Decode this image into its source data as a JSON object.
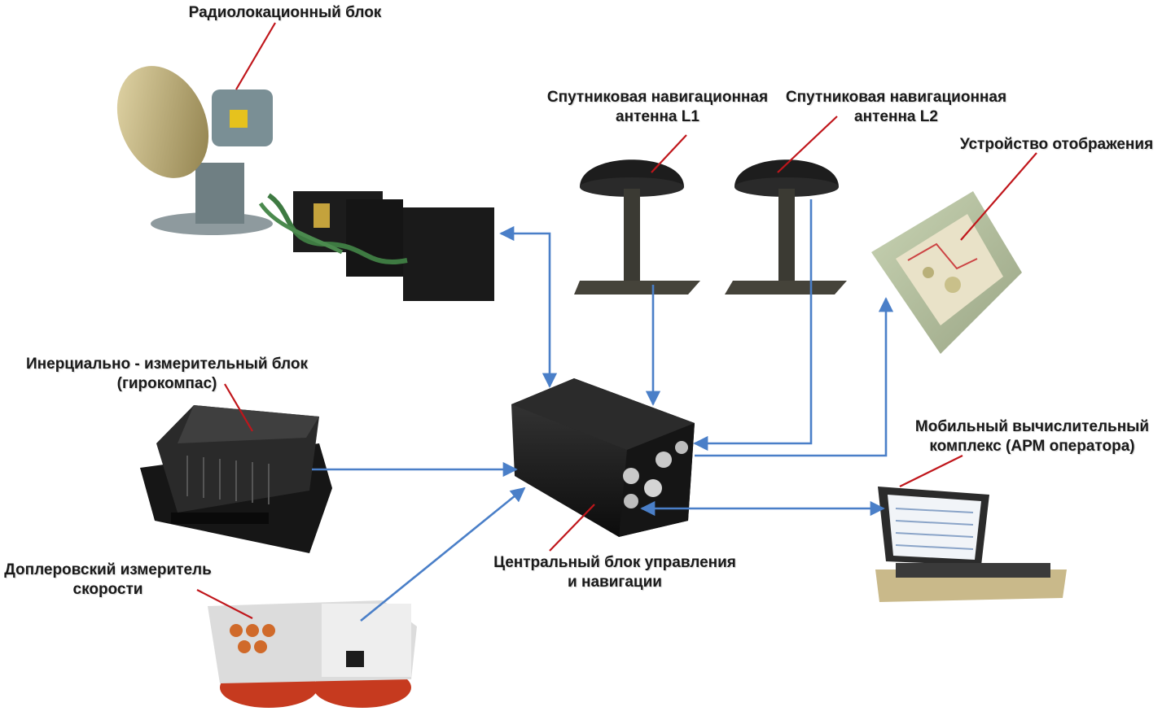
{
  "colors": {
    "arrow": "#4a7fc8",
    "leader": "#c0161b"
  },
  "labels": {
    "radar": {
      "lines": [
        "Радиолокационный блок"
      ]
    },
    "gnss_l1": {
      "lines": [
        "Спутниковая навигационная",
        "антенна L1"
      ]
    },
    "gnss_l2": {
      "lines": [
        "Спутниковая навигационная",
        "антенна L2"
      ]
    },
    "display": {
      "lines": [
        "Устройство отображения"
      ]
    },
    "imu": {
      "lines": [
        "Инерциально - измерительный блок",
        "(гирокомпас)"
      ]
    },
    "mobile": {
      "lines": [
        "Мобильный вычислительный",
        "комплекс (АРМ оператора)"
      ]
    },
    "doppler": {
      "lines": [
        "Доплеровский измеритель",
        "скорости"
      ]
    },
    "central": {
      "lines": [
        "Центральный блок управления",
        "и навигации"
      ]
    }
  },
  "icons": [
    "radar-unit",
    "gnss-antenna",
    "display-unit",
    "imu-unit",
    "control-box",
    "laptop",
    "doppler-unit"
  ]
}
